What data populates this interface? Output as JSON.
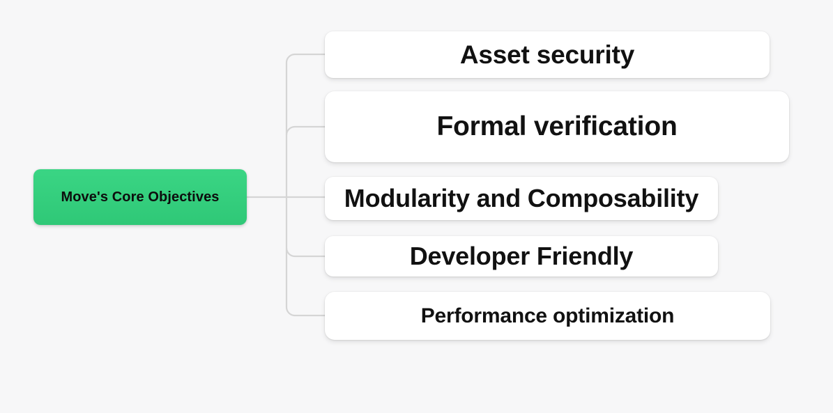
{
  "diagram": {
    "type": "mind-map",
    "title": "Move's Core Objectives",
    "background_color": "#f7f7f8",
    "root": {
      "label": "Move's Core Objectives",
      "fill_color": "#32cd7b",
      "text_color": "#0d0d0d"
    },
    "connector": {
      "color": "#d4d4d4",
      "style": "orthogonal-rounded"
    },
    "branches": [
      {
        "id": "asset-security",
        "label": "Asset security",
        "fill_color": "#ffffff",
        "text_color": "#111111"
      },
      {
        "id": "formal-verification",
        "label": "Formal verification",
        "fill_color": "#ffffff",
        "text_color": "#111111"
      },
      {
        "id": "modularity-and-composability",
        "label": "Modularity and Composability",
        "fill_color": "#ffffff",
        "text_color": "#111111"
      },
      {
        "id": "developer-friendly",
        "label": "Developer Friendly",
        "fill_color": "#ffffff",
        "text_color": "#111111"
      },
      {
        "id": "performance-optimization",
        "label": "Performance optimization",
        "fill_color": "#ffffff",
        "text_color": "#111111"
      }
    ]
  }
}
